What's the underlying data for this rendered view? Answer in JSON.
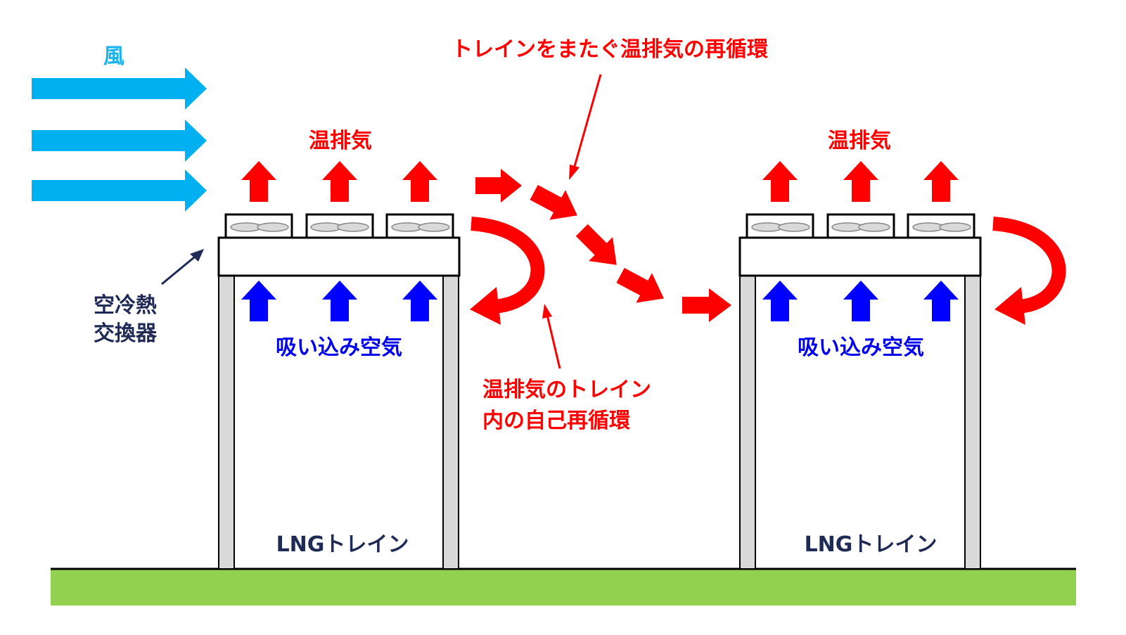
{
  "labels": {
    "wind": "風",
    "exhaust_left": "温排気",
    "exhaust_right": "温排気",
    "inter_train_recirculation": "トレインをまたぐ温排気の再循環",
    "intake_left": "吸い込み空気",
    "intake_right": "吸い込み空気",
    "self_recirculation_line1": "温排気のトレイン",
    "self_recirculation_line2": "内の自己再循環",
    "heat_exchanger_line1": "空冷熱",
    "heat_exchanger_line2": "交換器",
    "train_left": "LNGトレイン",
    "train_right": "LNGトレイン"
  },
  "colors": {
    "wind_arrow": "#00b0f0",
    "exhaust": "#ff0000",
    "intake": "#0000ff",
    "ground": "#92d050",
    "pillar": "#d9d9d9",
    "outline": "#000000",
    "label_dark": "#1f2a55"
  }
}
